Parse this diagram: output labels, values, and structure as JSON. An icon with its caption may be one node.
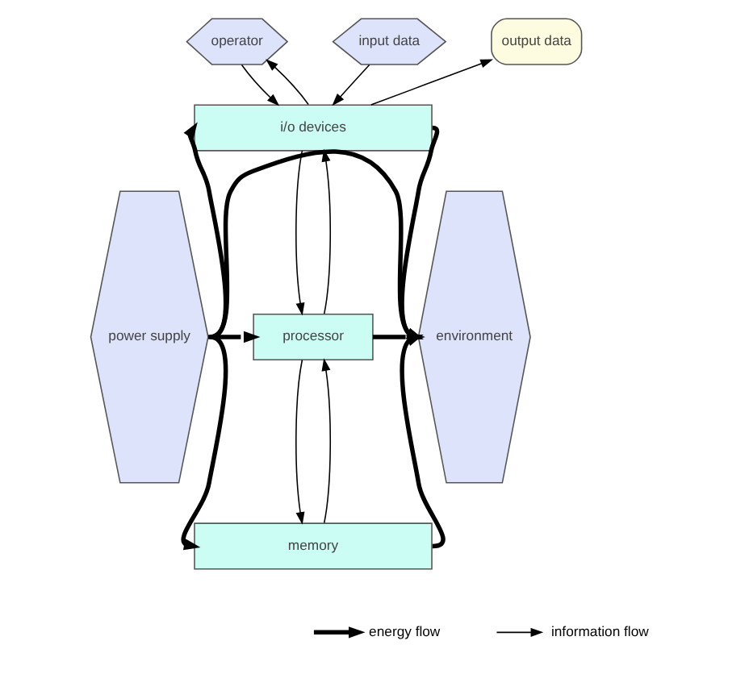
{
  "diagram": {
    "nodes": [
      {
        "text": [
          "operator"
        ]
      },
      {
        "text": [
          "input data"
        ]
      },
      {
        "text": [
          "output data"
        ]
      },
      {
        "text": [
          "power supply"
        ]
      },
      {
        "text": [
          "i/o devices"
        ]
      },
      {
        "text": [
          "processor"
        ]
      },
      {
        "text": [
          "memory"
        ]
      },
      {
        "text": [
          "environment"
        ]
      }
    ],
    "edges": [
      {
        "from": 0,
        "to": 4,
        "arrow": "to"
      },
      {
        "from": 4,
        "to": 0,
        "arrow": "to"
      },
      {
        "from": 1,
        "to": 4,
        "arrow": "to"
      },
      {
        "from": 4,
        "to": 2,
        "arrow": "to"
      },
      {
        "from": 3,
        "to": 4,
        "arrow": "to",
        "style": "thick"
      },
      {
        "from": 4,
        "to": 7,
        "arrow": "to",
        "style": "thick"
      },
      {
        "from": 4,
        "to": 5,
        "arrow": "to"
      },
      {
        "from": 5,
        "to": 4,
        "arrow": "to"
      },
      {
        "from": 3,
        "to": 5,
        "arrow": "to",
        "style": "thick"
      },
      {
        "from": 5,
        "to": 7,
        "arrow": "to",
        "style": "thick"
      },
      {
        "from": 5,
        "to": 6,
        "arrow": "to"
      },
      {
        "from": 6,
        "to": 5,
        "arrow": "to"
      },
      {
        "from": 3,
        "to": 6,
        "arrow": "to",
        "style": "thick"
      },
      {
        "from": 6,
        "to": 7,
        "arrow": "to",
        "style": "thick"
      },
      {
        "from": 3,
        "to": 7,
        "arrow": "to",
        "style": "thick"
      }
    ],
    "legend": [
      {
        "text": "energy flow"
      },
      {
        "text": "information flow"
      }
    ]
  }
}
